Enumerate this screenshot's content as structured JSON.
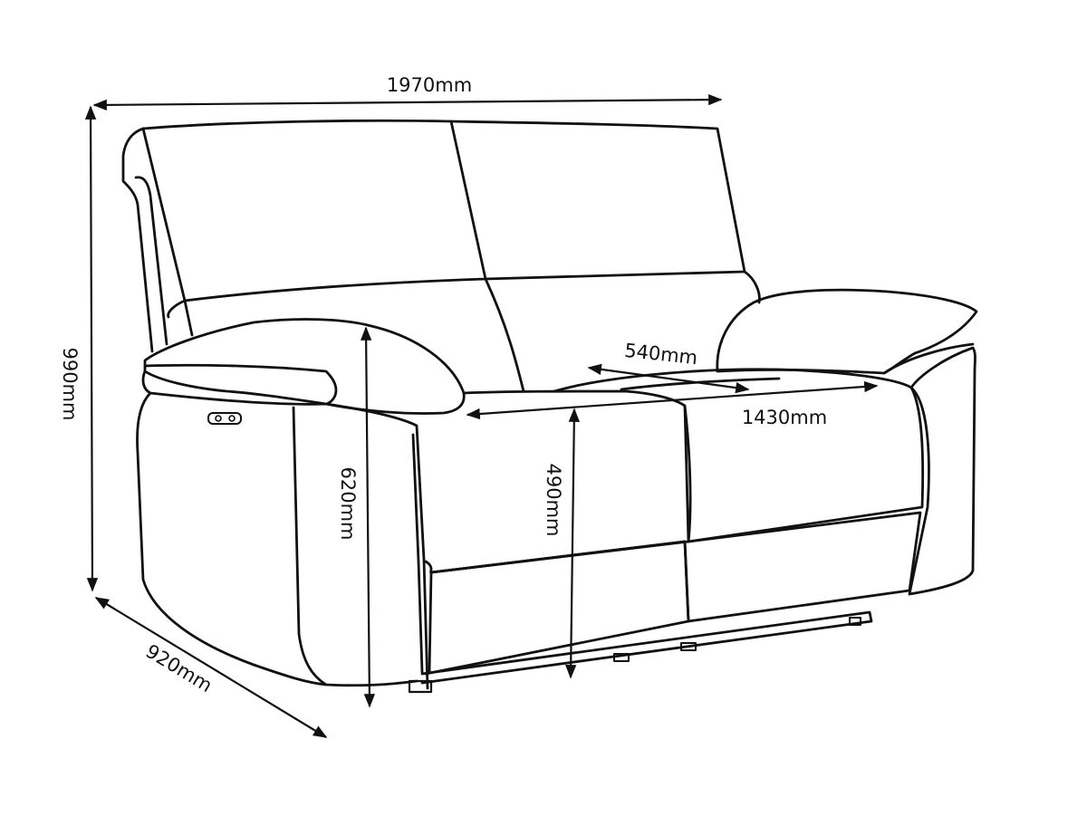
{
  "diagram": {
    "subject": "two-seat recliner sofa dimension drawing",
    "dimensions": {
      "overall_width": "1970mm",
      "overall_height": "990mm",
      "overall_depth": "920mm",
      "seat_depth": "540mm",
      "seat_width": "1430mm",
      "arm_height": "620mm",
      "seat_height": "490mm"
    },
    "line_color": "#111111",
    "background_color": "#ffffff"
  }
}
